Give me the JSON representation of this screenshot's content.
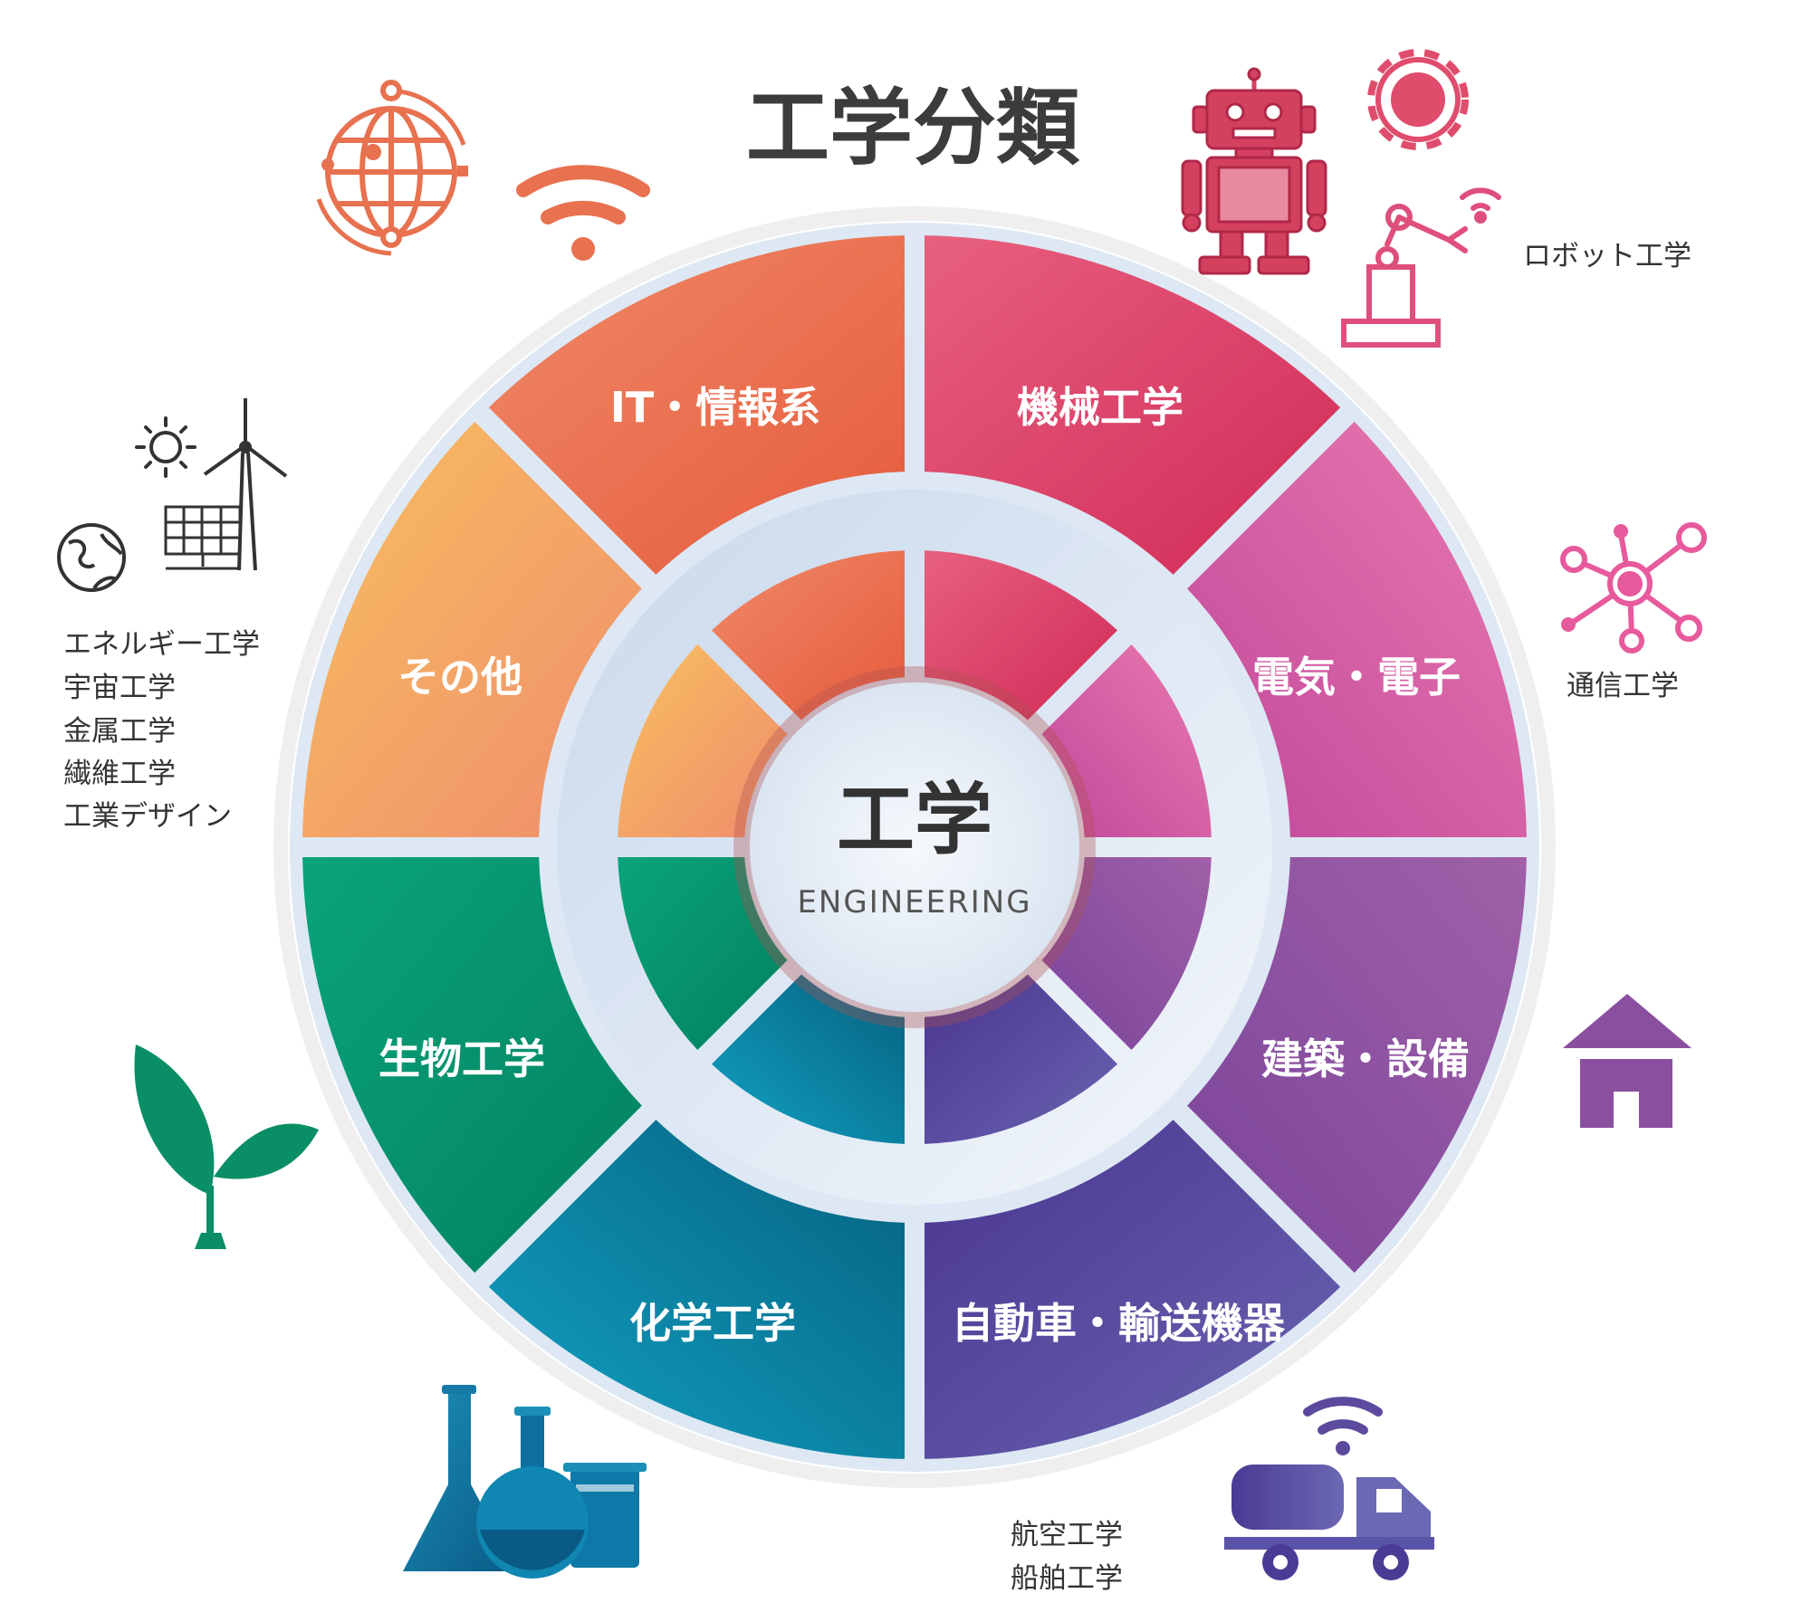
{
  "title": "工学分類",
  "center": {
    "title": "工学",
    "subtitle": "ENGINEERING"
  },
  "segments": [
    {
      "label": "IT・情報系"
    },
    {
      "label": "機械工学"
    },
    {
      "label": "電気・電子"
    },
    {
      "label": "建築・設備"
    },
    {
      "label": "自動車・輸送機器"
    },
    {
      "label": "化学工学"
    },
    {
      "label": "生物工学"
    },
    {
      "label": "その他"
    }
  ],
  "side_notes": {
    "robotics": "ロボット工学",
    "communications": "通信工学",
    "aero_marine": [
      "航空工学",
      "船舶工学"
    ],
    "others": [
      "エネルギー工学",
      "宇宙工学",
      "金属工学",
      "繊維工学",
      "工業デザイン"
    ]
  },
  "colors": {
    "it": "#e86848",
    "mechanical": "#d6325e",
    "electrical": "#c04a96",
    "architecture": "#8a4e9e",
    "automotive": "#4e3c90",
    "chemical": "#087e9c",
    "biological": "#03936a",
    "other": "#f0a060"
  },
  "icons": [
    "globe-icon",
    "wifi-icon",
    "robot-icon",
    "gear-icon",
    "robot-arm-icon",
    "network-icon",
    "house-icon",
    "truck-icon",
    "flask-icon",
    "plant-icon",
    "wind-turbine-icon",
    "solar-panel-icon",
    "sun-icon",
    "earth-icon"
  ]
}
